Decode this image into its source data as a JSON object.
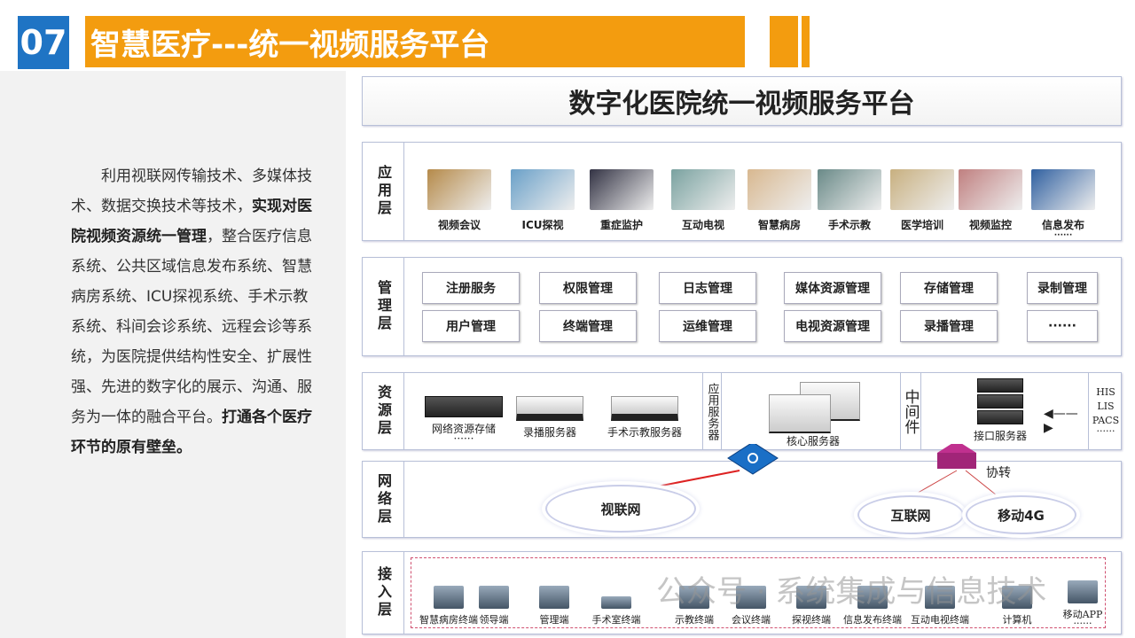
{
  "header": {
    "number": "07",
    "title": "智慧医疗---统一视频服务平台"
  },
  "description": {
    "part1": "利用视联网传输技术、多媒体技术、数据交换技术等技术，",
    "bold1": "实现对医院视频资源统一管理",
    "part2": "，整合医疗信息系统、公共区域信息发布系统、智慧病房系统、ICU探视系统、手术示教系统、科间会诊系统、远程会诊等系统，为医院提供结构性安全、扩展性强、先进的数字化的展示、沟通、服务为一体的融合平台。",
    "bold2": "打通各个医疗环节的原有壁垒。"
  },
  "diagram": {
    "title": "数字化医院统一视频服务平台",
    "app_layer": {
      "label": "应用层",
      "items": [
        "视频会议",
        "ICU探视",
        "重症监护",
        "互动电视",
        "智慧病房",
        "手术示教",
        "医学培训",
        "视频监控",
        "信息发布"
      ],
      "more": "······"
    },
    "mgmt_layer": {
      "label": "管理层",
      "row1": [
        "注册服务",
        "权限管理",
        "日志管理",
        "媒体资源管理",
        "存储管理",
        "录制管理"
      ],
      "row2": [
        "用户管理",
        "终端管理",
        "运维管理",
        "电视资源管理",
        "录播管理",
        "······"
      ]
    },
    "resource_layer": {
      "label": "资源层",
      "storage": "网络资源存储",
      "storage_more": "······",
      "recorder": "录播服务器",
      "surgery": "手术示教服务器",
      "app_server": "应用服务器",
      "core": "核心服务器",
      "middleware": "中间件",
      "interface": "接口服务器",
      "his": "HIS",
      "lis": "LIS",
      "pacs": "PACS",
      "his_more": "······"
    },
    "network_layer": {
      "label": "网络层",
      "vnet": "视联网",
      "gateway": "协转",
      "internet": "互联网",
      "mobile": "移动4G"
    },
    "access_layer": {
      "label": "接入层",
      "terminals": [
        "智慧病房终端",
        "领导端",
        "管理端",
        "手术室终端",
        "示教终端",
        "会议终端",
        "探视终端",
        "信息发布终端",
        "互动电视终端",
        "计算机",
        "移动APP"
      ],
      "more": "······"
    }
  },
  "watermark": "公众号 · 系统集成与信息技术"
}
